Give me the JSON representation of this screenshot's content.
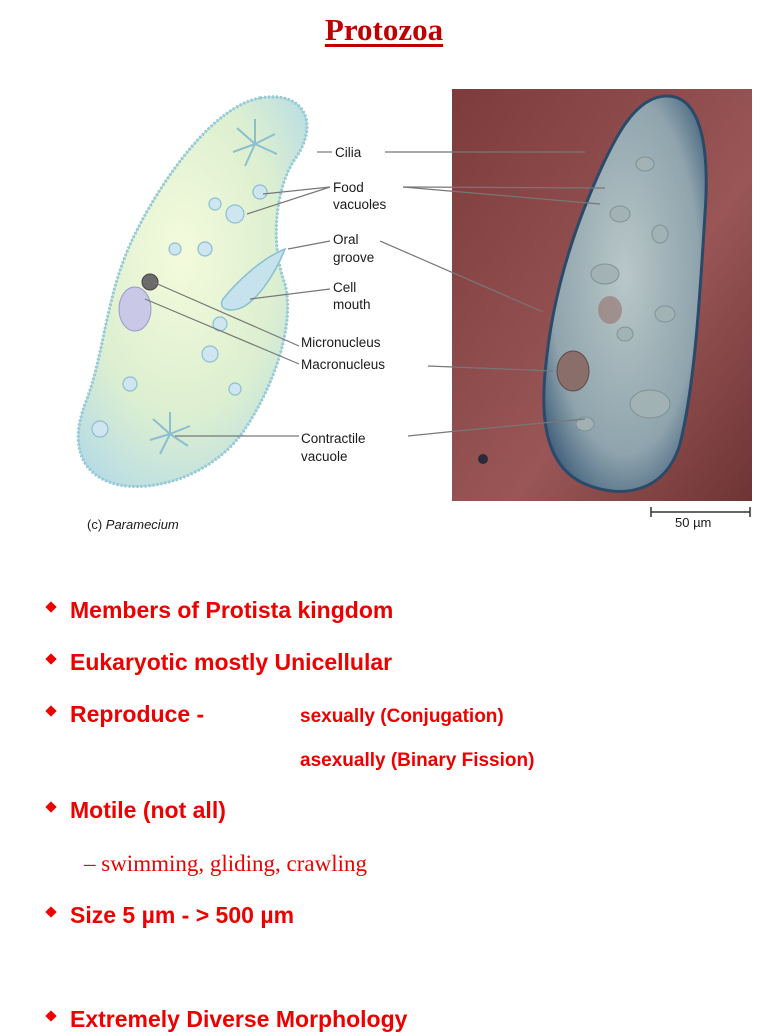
{
  "title": "Protozoa",
  "figure": {
    "labels": {
      "cilia": "Cilia",
      "food1": "Food",
      "food2": "vacuoles",
      "oral1": "Oral",
      "oral2": "groove",
      "mouth1": "Cell",
      "mouth2": "mouth",
      "micro": "Micronucleus",
      "macro": "Macronucleus",
      "contr1": "Contractile",
      "contr2": "vacuole"
    },
    "caption_prefix": "(c) ",
    "caption_name": "Paramecium",
    "scale": "50 µm"
  },
  "bullets": {
    "b1": "Members of Protista kingdom",
    "b2": "Eukaryotic mostly Unicellular",
    "b3": "Reproduce  -",
    "b3_sub1": "sexually (Conjugation)",
    "b3_sub2": "asexually (Binary Fission)",
    "b4": "Motile  (not all)",
    "b4_dash": "–",
    "b4_sub": "swimming, gliding, crawling",
    "b5": "Size 5 µm - > 500 µm",
    "b6": "Extremely Diverse Morphology"
  },
  "colors": {
    "accent": "#ee0000",
    "title": "#c00000"
  }
}
